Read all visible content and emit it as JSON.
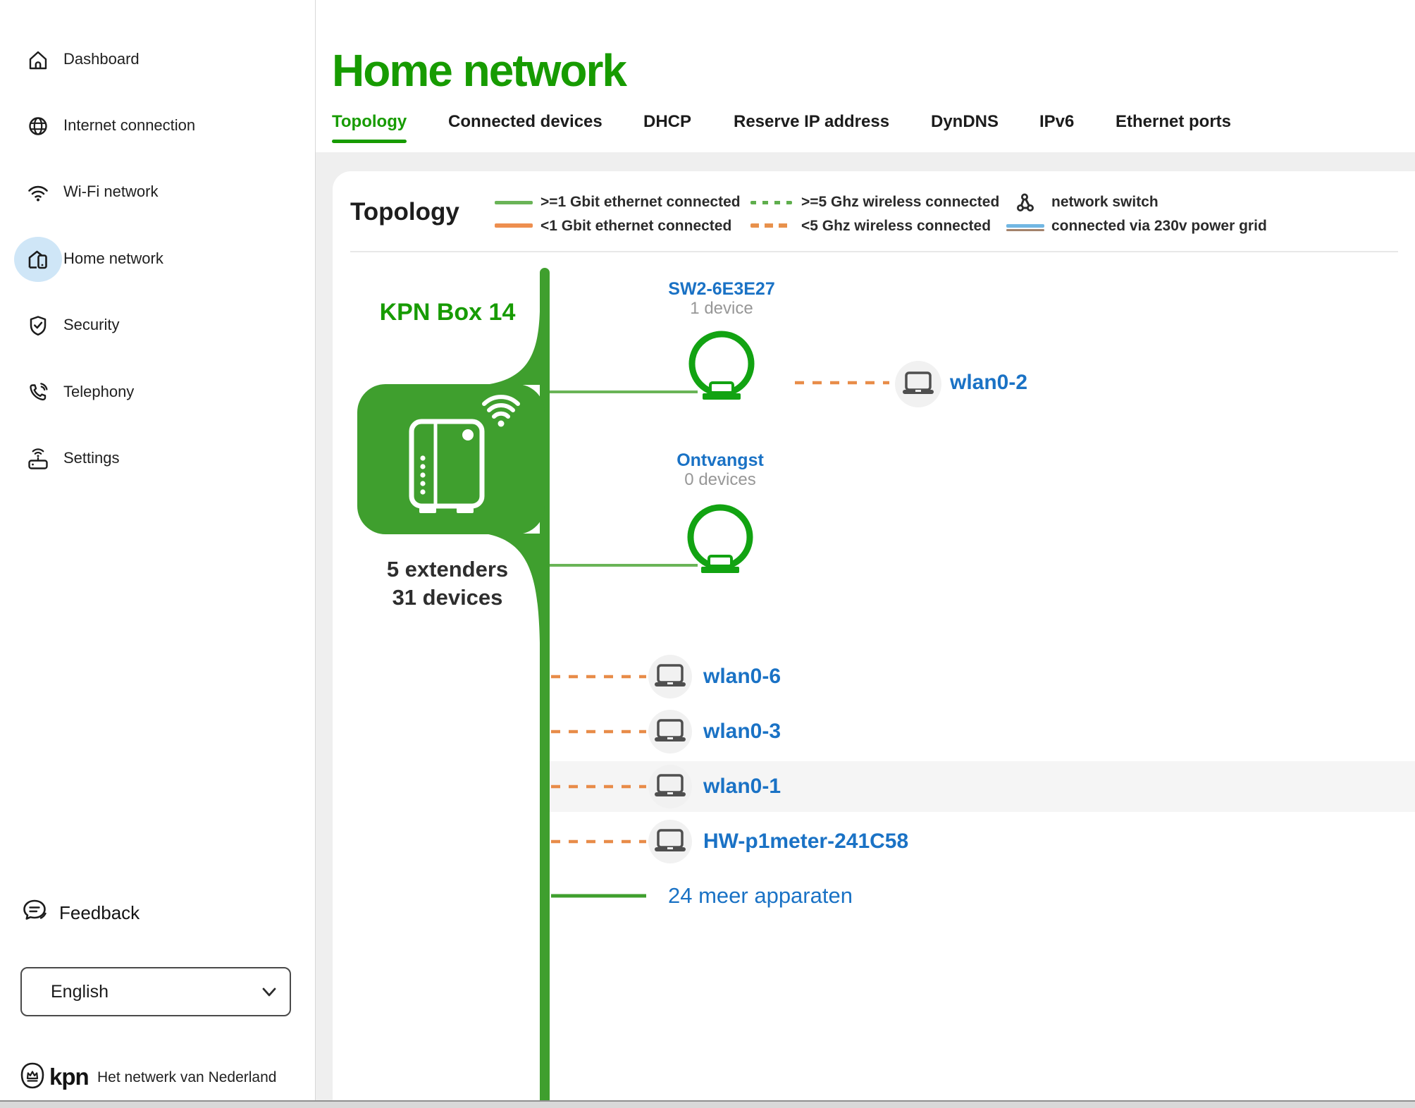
{
  "app": {
    "title": "Home network"
  },
  "sidebar": {
    "items": [
      {
        "label": "Dashboard",
        "icon": "home-icon",
        "active": false
      },
      {
        "label": "Internet connection",
        "icon": "globe-icon",
        "active": false
      },
      {
        "label": "Wi-Fi network",
        "icon": "wifi-icon",
        "active": false
      },
      {
        "label": "Home network",
        "icon": "home-network-icon",
        "active": true
      },
      {
        "label": "Security",
        "icon": "shield-check-icon",
        "active": false
      },
      {
        "label": "Telephony",
        "icon": "phone-icon",
        "active": false
      },
      {
        "label": "Settings",
        "icon": "modem-settings-icon",
        "active": false
      }
    ],
    "feedback_label": "Feedback",
    "language_select": {
      "value": "English"
    },
    "brand": {
      "logo": "kpn",
      "tagline": "Het netwerk van Nederland"
    }
  },
  "tabs": [
    {
      "label": "Topology",
      "active": true
    },
    {
      "label": "Connected devices",
      "active": false
    },
    {
      "label": "DHCP",
      "active": false
    },
    {
      "label": "Reserve IP address",
      "active": false
    },
    {
      "label": "DynDNS",
      "active": false
    },
    {
      "label": "IPv6",
      "active": false
    },
    {
      "label": "Ethernet ports",
      "active": false
    }
  ],
  "topology": {
    "card_title": "Topology",
    "legend": {
      "ethernet_fast": ">=1 Gbit ethernet connected",
      "ethernet_slow": "<1 Gbit ethernet connected",
      "wireless_fast": ">=5 Ghz wireless connected",
      "wireless_slow": "<5 Ghz wireless connected",
      "switch": "network switch",
      "powergrid": "connected via 230v power grid"
    },
    "router": {
      "name": "KPN Box 14",
      "extenders_label": "5 extenders",
      "devices_label": "31 devices"
    },
    "extenders": [
      {
        "name": "SW2-6E3E27",
        "devices_label": "1 device"
      },
      {
        "name": "Ontvangst",
        "devices_label": "0 devices"
      }
    ],
    "extender_client": {
      "name": "wlan0-2"
    },
    "wireless_clients": [
      "wlan0-6",
      "wlan0-3",
      "wlan0-1",
      "HW-p1meter-241C58"
    ],
    "more_devices_label": "24 meer apparaten"
  },
  "colors": {
    "kpn_green": "#179b00",
    "box_green": "#3f9f2e",
    "ring_green": "#12a312",
    "ethernet_green": "#6ab457",
    "wireless_orange": "#e88c49",
    "link_blue": "#1a72c5",
    "power_blue": "#72b7e3",
    "power_brown": "#a3826b",
    "muted_gray": "#979797"
  }
}
